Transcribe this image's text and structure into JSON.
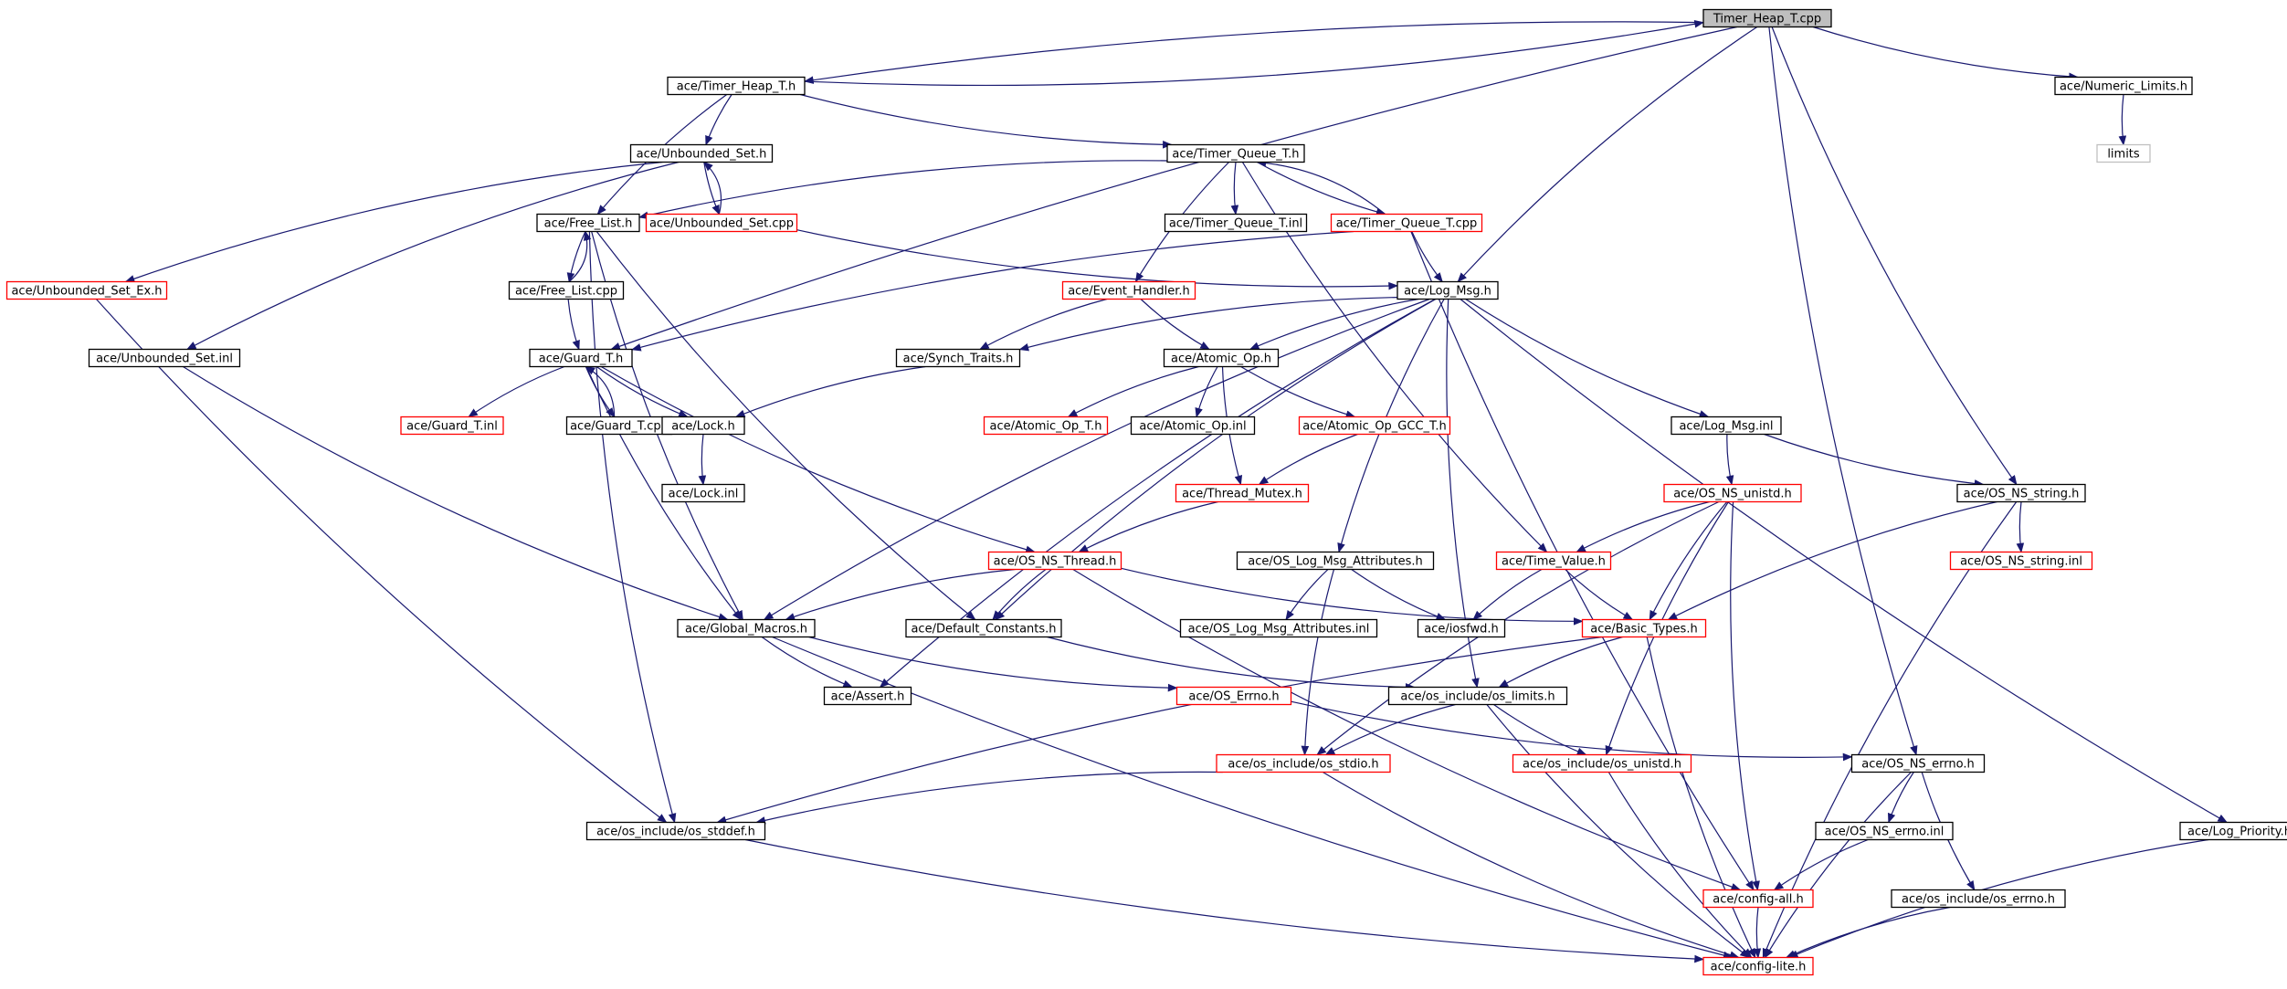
{
  "colors": {
    "edge": "#191970",
    "border_default": "#000000",
    "border_external": "#ff0000",
    "border_system": "#bfbfbf",
    "root_fill": "#bfbfbf"
  },
  "nodes": [
    {
      "id": "root",
      "label": "Timer_Heap_T.cpp",
      "kind": "root"
    },
    {
      "id": "timer_heap_h",
      "label": "ace/Timer_Heap_T.h",
      "kind": "black"
    },
    {
      "id": "numeric_limits",
      "label": "ace/Numeric_Limits.h",
      "kind": "black"
    },
    {
      "id": "limits",
      "label": "limits",
      "kind": "gray"
    },
    {
      "id": "unbounded_set_h",
      "label": "ace/Unbounded_Set.h",
      "kind": "black"
    },
    {
      "id": "timer_queue_h",
      "label": "ace/Timer_Queue_T.h",
      "kind": "black"
    },
    {
      "id": "free_list_h",
      "label": "ace/Free_List.h",
      "kind": "black"
    },
    {
      "id": "unbounded_set_cpp",
      "label": "ace/Unbounded_Set.cpp",
      "kind": "red"
    },
    {
      "id": "timer_queue_inl",
      "label": "ace/Timer_Queue_T.inl",
      "kind": "black"
    },
    {
      "id": "timer_queue_cpp",
      "label": "ace/Timer_Queue_T.cpp",
      "kind": "red"
    },
    {
      "id": "unbounded_set_ex",
      "label": "ace/Unbounded_Set_Ex.h",
      "kind": "red"
    },
    {
      "id": "free_list_cpp",
      "label": "ace/Free_List.cpp",
      "kind": "black"
    },
    {
      "id": "event_handler",
      "label": "ace/Event_Handler.h",
      "kind": "red"
    },
    {
      "id": "log_msg_h",
      "label": "ace/Log_Msg.h",
      "kind": "black"
    },
    {
      "id": "unbounded_set_inl",
      "label": "ace/Unbounded_Set.inl",
      "kind": "black"
    },
    {
      "id": "guard_h",
      "label": "ace/Guard_T.h",
      "kind": "black"
    },
    {
      "id": "synch_traits",
      "label": "ace/Synch_Traits.h",
      "kind": "black"
    },
    {
      "id": "atomic_op_h",
      "label": "ace/Atomic_Op.h",
      "kind": "black"
    },
    {
      "id": "guard_inl",
      "label": "ace/Guard_T.inl",
      "kind": "red"
    },
    {
      "id": "guard_cpp",
      "label": "ace/Guard_T.cpp",
      "kind": "black"
    },
    {
      "id": "lock_h",
      "label": "ace/Lock.h",
      "kind": "black"
    },
    {
      "id": "atomic_op_t",
      "label": "ace/Atomic_Op_T.h",
      "kind": "red"
    },
    {
      "id": "atomic_op_inl",
      "label": "ace/Atomic_Op.inl",
      "kind": "black"
    },
    {
      "id": "atomic_op_gcc",
      "label": "ace/Atomic_Op_GCC_T.h",
      "kind": "red"
    },
    {
      "id": "log_msg_inl",
      "label": "ace/Log_Msg.inl",
      "kind": "black"
    },
    {
      "id": "lock_inl",
      "label": "ace/Lock.inl",
      "kind": "black"
    },
    {
      "id": "thread_mutex",
      "label": "ace/Thread_Mutex.h",
      "kind": "red"
    },
    {
      "id": "os_ns_unistd",
      "label": "ace/OS_NS_unistd.h",
      "kind": "red"
    },
    {
      "id": "os_ns_string",
      "label": "ace/OS_NS_string.h",
      "kind": "black"
    },
    {
      "id": "os_ns_thread",
      "label": "ace/OS_NS_Thread.h",
      "kind": "red"
    },
    {
      "id": "os_log_attr_h",
      "label": "ace/OS_Log_Msg_Attributes.h",
      "kind": "black"
    },
    {
      "id": "time_value",
      "label": "ace/Time_Value.h",
      "kind": "red"
    },
    {
      "id": "os_ns_string_inl",
      "label": "ace/OS_NS_string.inl",
      "kind": "red"
    },
    {
      "id": "global_macros",
      "label": "ace/Global_Macros.h",
      "kind": "black"
    },
    {
      "id": "default_constants",
      "label": "ace/Default_Constants.h",
      "kind": "black"
    },
    {
      "id": "os_log_attr_inl",
      "label": "ace/OS_Log_Msg_Attributes.inl",
      "kind": "black"
    },
    {
      "id": "iosfwd",
      "label": "ace/iosfwd.h",
      "kind": "black"
    },
    {
      "id": "basic_types",
      "label": "ace/Basic_Types.h",
      "kind": "red"
    },
    {
      "id": "assert_h",
      "label": "ace/Assert.h",
      "kind": "black"
    },
    {
      "id": "os_errno",
      "label": "ace/OS_Errno.h",
      "kind": "red"
    },
    {
      "id": "os_limits",
      "label": "ace/os_include/os_limits.h",
      "kind": "black"
    },
    {
      "id": "os_stdio",
      "label": "ace/os_include/os_stdio.h",
      "kind": "red"
    },
    {
      "id": "os_unistd",
      "label": "ace/os_include/os_unistd.h",
      "kind": "red"
    },
    {
      "id": "os_ns_errno",
      "label": "ace/OS_NS_errno.h",
      "kind": "black"
    },
    {
      "id": "os_stddef",
      "label": "ace/os_include/os_stddef.h",
      "kind": "black"
    },
    {
      "id": "os_ns_errno_inl",
      "label": "ace/OS_NS_errno.inl",
      "kind": "black"
    },
    {
      "id": "log_priority",
      "label": "ace/Log_Priority.h",
      "kind": "black"
    },
    {
      "id": "config_all",
      "label": "ace/config-all.h",
      "kind": "red"
    },
    {
      "id": "os_errno_h",
      "label": "ace/os_include/os_errno.h",
      "kind": "black"
    },
    {
      "id": "config_lite",
      "label": "ace/config-lite.h",
      "kind": "red"
    }
  ],
  "edges": [
    [
      "root",
      "timer_heap_h"
    ],
    [
      "root",
      "numeric_limits"
    ],
    [
      "root",
      "guard_h"
    ],
    [
      "root",
      "log_msg_h"
    ],
    [
      "root",
      "os_ns_errno"
    ],
    [
      "root",
      "os_ns_string"
    ],
    [
      "timer_heap_h",
      "root"
    ],
    [
      "timer_heap_h",
      "unbounded_set_h"
    ],
    [
      "timer_heap_h",
      "timer_queue_h"
    ],
    [
      "timer_heap_h",
      "free_list_h"
    ],
    [
      "numeric_limits",
      "limits"
    ],
    [
      "unbounded_set_h",
      "unbounded_set_cpp"
    ],
    [
      "unbounded_set_h",
      "unbounded_set_ex"
    ],
    [
      "unbounded_set_h",
      "unbounded_set_inl"
    ],
    [
      "unbounded_set_cpp",
      "unbounded_set_h"
    ],
    [
      "unbounded_set_cpp",
      "log_msg_h"
    ],
    [
      "timer_queue_h",
      "free_list_h"
    ],
    [
      "timer_queue_h",
      "timer_queue_inl"
    ],
    [
      "timer_queue_h",
      "timer_queue_cpp"
    ],
    [
      "timer_queue_h",
      "event_handler"
    ],
    [
      "timer_queue_h",
      "time_value"
    ],
    [
      "timer_queue_cpp",
      "timer_queue_h"
    ],
    [
      "timer_queue_cpp",
      "log_msg_h"
    ],
    [
      "timer_queue_cpp",
      "guard_h"
    ],
    [
      "timer_queue_cpp",
      "config_all"
    ],
    [
      "free_list_h",
      "free_list_cpp"
    ],
    [
      "free_list_h",
      "global_macros"
    ],
    [
      "free_list_h",
      "os_stddef"
    ],
    [
      "free_list_h",
      "default_constants"
    ],
    [
      "free_list_cpp",
      "free_list_h"
    ],
    [
      "free_list_cpp",
      "guard_h"
    ],
    [
      "unbounded_set_ex",
      "os_stddef"
    ],
    [
      "unbounded_set_inl",
      "global_macros"
    ],
    [
      "event_handler",
      "synch_traits"
    ],
    [
      "event_handler",
      "atomic_op_h"
    ],
    [
      "log_msg_h",
      "synch_traits"
    ],
    [
      "log_msg_h",
      "atomic_op_h"
    ],
    [
      "log_msg_h",
      "global_macros"
    ],
    [
      "log_msg_h",
      "assert_h"
    ],
    [
      "log_msg_h",
      "default_constants"
    ],
    [
      "log_msg_h",
      "log_msg_inl"
    ],
    [
      "log_msg_h",
      "os_log_attr_h"
    ],
    [
      "log_msg_h",
      "os_limits"
    ],
    [
      "log_msg_h",
      "log_priority"
    ],
    [
      "guard_h",
      "guard_inl"
    ],
    [
      "guard_h",
      "guard_cpp"
    ],
    [
      "guard_h",
      "lock_h"
    ],
    [
      "guard_h",
      "os_ns_thread"
    ],
    [
      "guard_h",
      "global_macros"
    ],
    [
      "guard_cpp",
      "guard_h"
    ],
    [
      "synch_traits",
      "lock_h"
    ],
    [
      "lock_h",
      "lock_inl"
    ],
    [
      "atomic_op_h",
      "atomic_op_t"
    ],
    [
      "atomic_op_h",
      "atomic_op_inl"
    ],
    [
      "atomic_op_h",
      "atomic_op_gcc"
    ],
    [
      "atomic_op_h",
      "thread_mutex"
    ],
    [
      "atomic_op_gcc",
      "thread_mutex"
    ],
    [
      "thread_mutex",
      "os_ns_thread"
    ],
    [
      "log_msg_inl",
      "os_ns_unistd"
    ],
    [
      "log_msg_inl",
      "os_ns_string"
    ],
    [
      "os_ns_unistd",
      "time_value"
    ],
    [
      "os_ns_unistd",
      "basic_types"
    ],
    [
      "os_ns_unistd",
      "os_stdio"
    ],
    [
      "os_ns_unistd",
      "os_unistd"
    ],
    [
      "os_ns_unistd",
      "config_all"
    ],
    [
      "os_ns_string",
      "os_ns_string_inl"
    ],
    [
      "os_ns_string",
      "basic_types"
    ],
    [
      "os_ns_string",
      "config_lite"
    ],
    [
      "os_ns_thread",
      "global_macros"
    ],
    [
      "os_ns_thread",
      "default_constants"
    ],
    [
      "os_ns_thread",
      "basic_types"
    ],
    [
      "os_ns_thread",
      "config_all"
    ],
    [
      "os_log_attr_h",
      "os_log_attr_inl"
    ],
    [
      "os_log_attr_h",
      "iosfwd"
    ],
    [
      "os_log_attr_h",
      "os_stdio"
    ],
    [
      "time_value",
      "iosfwd"
    ],
    [
      "time_value",
      "basic_types"
    ],
    [
      "global_macros",
      "assert_h"
    ],
    [
      "global_macros",
      "os_errno"
    ],
    [
      "global_macros",
      "config_lite"
    ],
    [
      "default_constants",
      "os_limits"
    ],
    [
      "basic_types",
      "os_limits"
    ],
    [
      "basic_types",
      "os_stddef"
    ],
    [
      "basic_types",
      "config_lite"
    ],
    [
      "os_errno",
      "os_ns_errno"
    ],
    [
      "os_limits",
      "os_stdio"
    ],
    [
      "os_limits",
      "os_unistd"
    ],
    [
      "os_limits",
      "config_lite"
    ],
    [
      "os_stdio",
      "os_stddef"
    ],
    [
      "os_stdio",
      "config_lite"
    ],
    [
      "os_unistd",
      "config_lite"
    ],
    [
      "os_ns_errno",
      "os_ns_errno_inl"
    ],
    [
      "os_ns_errno",
      "os_errno_h"
    ],
    [
      "os_ns_errno",
      "config_lite"
    ],
    [
      "os_ns_errno_inl",
      "config_all"
    ],
    [
      "os_stddef",
      "config_lite"
    ],
    [
      "log_priority",
      "config_lite"
    ],
    [
      "config_all",
      "config_lite"
    ],
    [
      "os_errno_h",
      "config_lite"
    ]
  ]
}
